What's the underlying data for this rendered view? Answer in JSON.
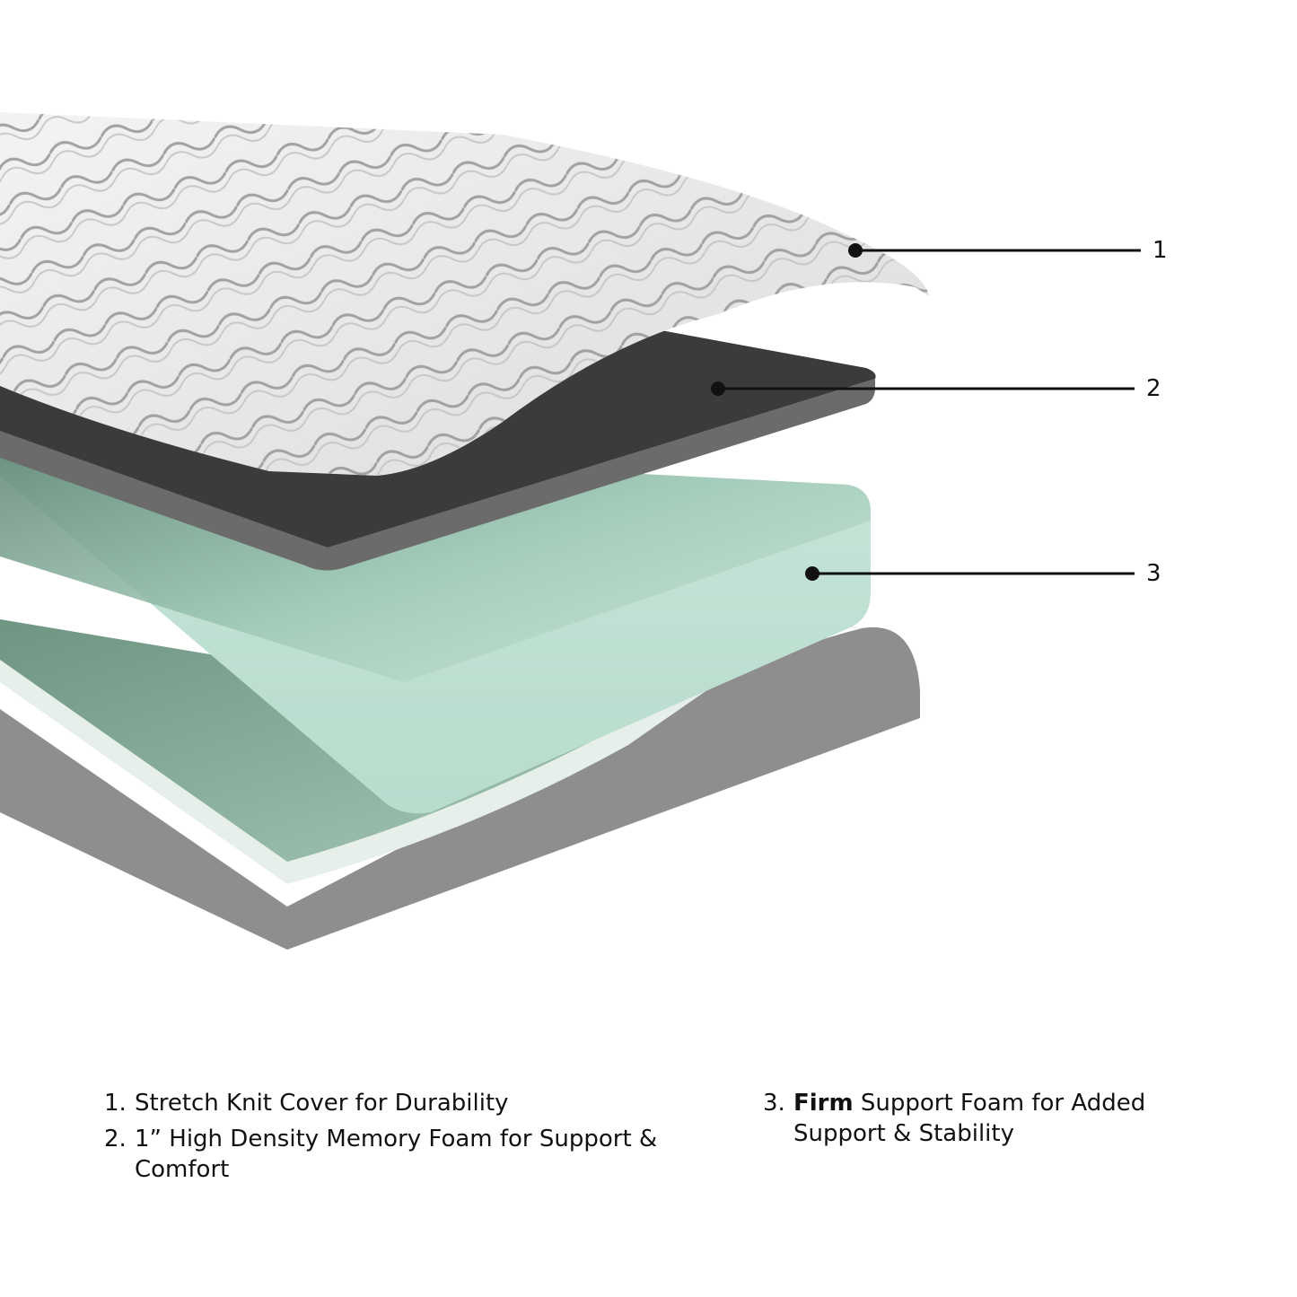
{
  "diagram": {
    "subject": "Mattress layer cross-section",
    "layers": [
      {
        "id": 1,
        "name": "cover",
        "color": "#e9e9e9",
        "stripe_color": "#8a8a8a"
      },
      {
        "id": 2,
        "name": "memory-foam",
        "color": "#3c3c3c",
        "edge_color": "#6a6a6a"
      },
      {
        "id": 3,
        "name": "support-foam",
        "color": "#c9e6da",
        "shadow_color": "#6f9a86"
      },
      {
        "id": 4,
        "name": "base",
        "color": "#8f8f8f",
        "inner_color": "#9cbfae",
        "rim_color": "#e6eeea"
      }
    ]
  },
  "callouts": [
    {
      "label": "1"
    },
    {
      "label": "2"
    },
    {
      "label": "3"
    }
  ],
  "legend": {
    "items": [
      {
        "num": "1.",
        "bold": "",
        "text": "Stretch Knit Cover for Durability"
      },
      {
        "num": "2.",
        "bold": "",
        "text": "1” High Density Memory Foam for Support & Comfort"
      },
      {
        "num": "3.",
        "bold": "Firm",
        "text": " Support Foam for Added Support & Stability"
      }
    ]
  }
}
